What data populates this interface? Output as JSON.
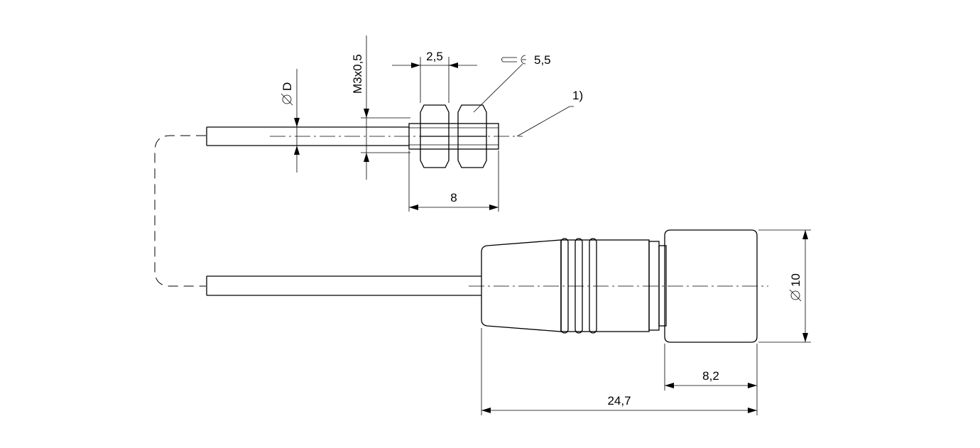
{
  "dimensions": {
    "thread": "M3x0,5",
    "nut_width": "2,5",
    "wrench_size": "5,5",
    "note": "1)",
    "cable_diameter": "D",
    "thread_length": "8",
    "connector_diameter": "10",
    "connector_head_length": "8,2",
    "connector_total_length": "24,7"
  },
  "symbols": {
    "diameter": "diameter-icon",
    "wrench": "wrench-icon"
  },
  "colors": {
    "line": "#000000",
    "background": "#ffffff"
  }
}
